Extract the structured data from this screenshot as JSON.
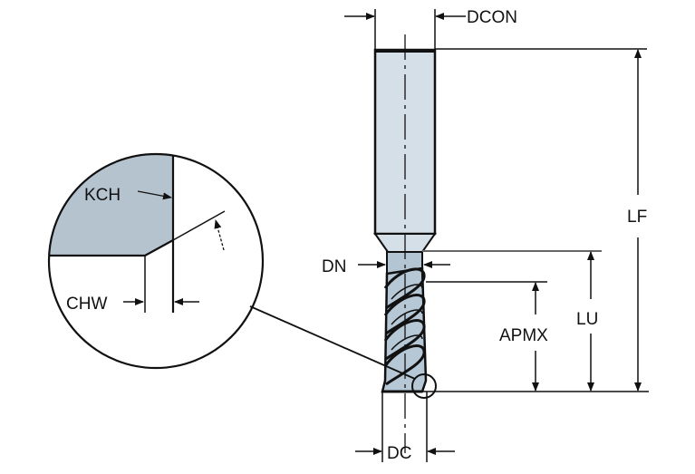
{
  "diagram": {
    "title": "Solid end mill dimension drawing",
    "colors": {
      "shank": "#d5dfe8",
      "neck": "#b3c4d2",
      "flute": "#b6c7d6",
      "detail_fill": "#b5c3cf",
      "line": "#111111"
    },
    "labels": {
      "dcon": "DCON",
      "lf": "LF",
      "dn": "DN",
      "lu": "LU",
      "apmx": "APMX",
      "dc": "DC",
      "kch": "KCH",
      "chw": "CHW"
    }
  }
}
